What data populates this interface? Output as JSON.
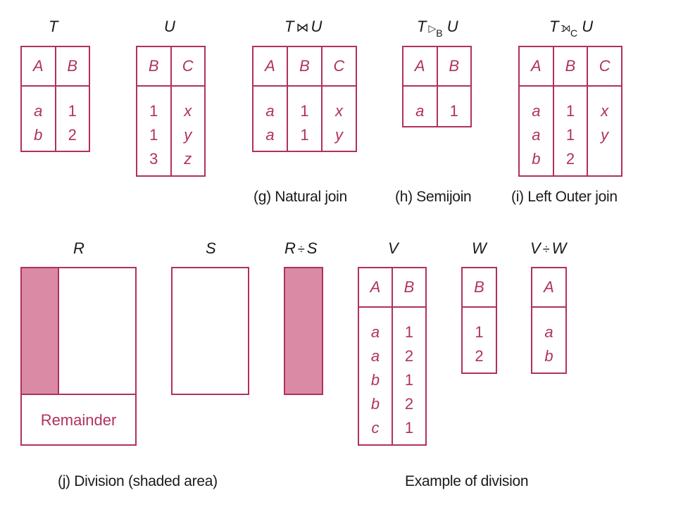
{
  "titles": {
    "T": "T",
    "U": "U",
    "natural_join": {
      "left": "T",
      "right": "U"
    },
    "semijoin": {
      "left": "T",
      "sub": "B",
      "right": "U"
    },
    "left_outer_join": {
      "left": "T",
      "sub": "C",
      "right": "U"
    },
    "R": "R",
    "S": "S",
    "division_rs": {
      "left": "R",
      "right": "S"
    },
    "V": "V",
    "W": "W",
    "division_vw": {
      "left": "V",
      "right": "W"
    }
  },
  "operators": {
    "join": "⋈",
    "semijoin": "▷",
    "outer_join": "⟕",
    "divide": "÷"
  },
  "captions": {
    "g": "(g) Natural join",
    "h": "(h) Semijoin",
    "i": "(i) Left Outer join",
    "j": "(j) Division (shaded area)",
    "example": "Example of division"
  },
  "relations": {
    "T": {
      "columns": [
        {
          "name": "A",
          "values": [
            "a",
            "b"
          ]
        },
        {
          "name": "B",
          "values": [
            "1",
            "2"
          ]
        }
      ]
    },
    "U": {
      "columns": [
        {
          "name": "B",
          "values": [
            "1",
            "1",
            "3"
          ]
        },
        {
          "name": "C",
          "values": [
            "x",
            "y",
            "z"
          ]
        }
      ]
    },
    "natural_join": {
      "columns": [
        {
          "name": "A",
          "values": [
            "a",
            "a"
          ]
        },
        {
          "name": "B",
          "values": [
            "1",
            "1"
          ]
        },
        {
          "name": "C",
          "values": [
            "x",
            "y"
          ]
        }
      ]
    },
    "semijoin": {
      "columns": [
        {
          "name": "A",
          "values": [
            "a"
          ]
        },
        {
          "name": "B",
          "values": [
            "1"
          ]
        }
      ]
    },
    "left_outer_join": {
      "columns": [
        {
          "name": "A",
          "values": [
            "a",
            "a",
            "b"
          ]
        },
        {
          "name": "B",
          "values": [
            "1",
            "1",
            "2"
          ]
        },
        {
          "name": "C",
          "values": [
            "x",
            "y",
            ""
          ]
        }
      ]
    },
    "V": {
      "columns": [
        {
          "name": "A",
          "values": [
            "a",
            "a",
            "b",
            "b",
            "c"
          ]
        },
        {
          "name": "B",
          "values": [
            "1",
            "2",
            "1",
            "2",
            "1"
          ]
        }
      ]
    },
    "W": {
      "columns": [
        {
          "name": "B",
          "values": [
            "1",
            "2"
          ]
        }
      ]
    },
    "VdivW": {
      "columns": [
        {
          "name": "A",
          "values": [
            "a",
            "b"
          ]
        }
      ]
    }
  },
  "division_diagram": {
    "remainder_label": "Remainder"
  },
  "colors": {
    "accent": "#b03060",
    "shade": "#db8aa6",
    "text": "#1a1a1a"
  }
}
